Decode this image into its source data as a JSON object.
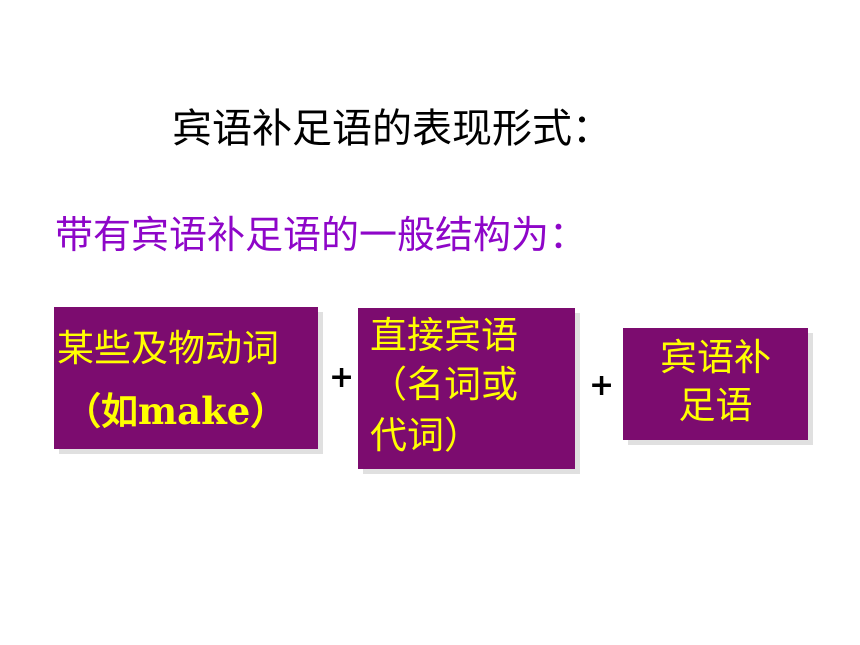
{
  "slide": {
    "title": "宾语补足语的表现形式：",
    "subtitle": "带有宾语补足语的一般结构为：",
    "boxes": [
      {
        "lines": [
          "某些及物动词",
          "（如make）"
        ]
      },
      {
        "lines": [
          "直接宾语",
          "（名词或",
          "代词）"
        ]
      },
      {
        "lines": [
          "宾语补",
          "足语"
        ]
      }
    ],
    "operators": [
      "+",
      "+"
    ]
  },
  "colors": {
    "box_fill": "#7c0c6f",
    "box_text": "#ffff00",
    "subtitle_text": "#8e06c8",
    "title_text": "#000000"
  }
}
